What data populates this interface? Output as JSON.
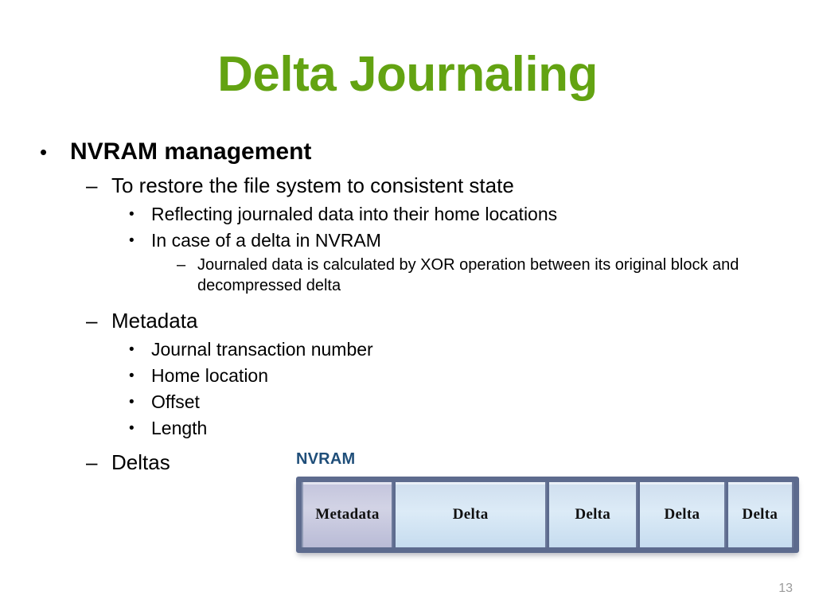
{
  "slide": {
    "title": "Delta Journaling",
    "title_color": "#63a312",
    "number": "13",
    "background_color": "#ffffff"
  },
  "content": {
    "bullets": [
      {
        "level": 1,
        "marker": "•",
        "text": "NVRAM management"
      },
      {
        "level": 2,
        "marker": "–",
        "text": "To restore the file system to consistent state"
      },
      {
        "level": 3,
        "marker": "•",
        "text": "Reflecting journaled data into their home locations"
      },
      {
        "level": 3,
        "marker": "•",
        "text": "In case of a delta in NVRAM"
      },
      {
        "level": 4,
        "marker": "–",
        "text": "Journaled data is calculated by XOR operation between its original block and decompressed delta"
      },
      {
        "level": 2,
        "marker": "–",
        "text": "Metadata"
      },
      {
        "level": 3,
        "marker": "•",
        "text": "Journal transaction number"
      },
      {
        "level": 3,
        "marker": "•",
        "text": "Home location"
      },
      {
        "level": 3,
        "marker": "•",
        "text": "Offset"
      },
      {
        "level": 3,
        "marker": "•",
        "text": "Length"
      },
      {
        "level": 2,
        "marker": "–",
        "text": "Deltas"
      }
    ]
  },
  "diagram": {
    "label": "NVRAM",
    "label_color": "#1f4e79",
    "border_color": "#5d6b8e",
    "cells": [
      {
        "label": "Metadata",
        "kind": "metadata",
        "width_pct": 18.6,
        "fill": "#c9cae0"
      },
      {
        "label": "Delta",
        "kind": "delta",
        "width_pct": 31.3,
        "fill": "#d4e7f5"
      },
      {
        "label": "Delta",
        "kind": "delta",
        "width_pct": 18.4,
        "fill": "#d4e7f5"
      },
      {
        "label": "Delta",
        "kind": "delta",
        "width_pct": 17.9,
        "fill": "#d4e7f5"
      },
      {
        "label": "Delta",
        "kind": "delta",
        "width_pct": 13.8,
        "fill": "#d4e7f5"
      }
    ]
  }
}
